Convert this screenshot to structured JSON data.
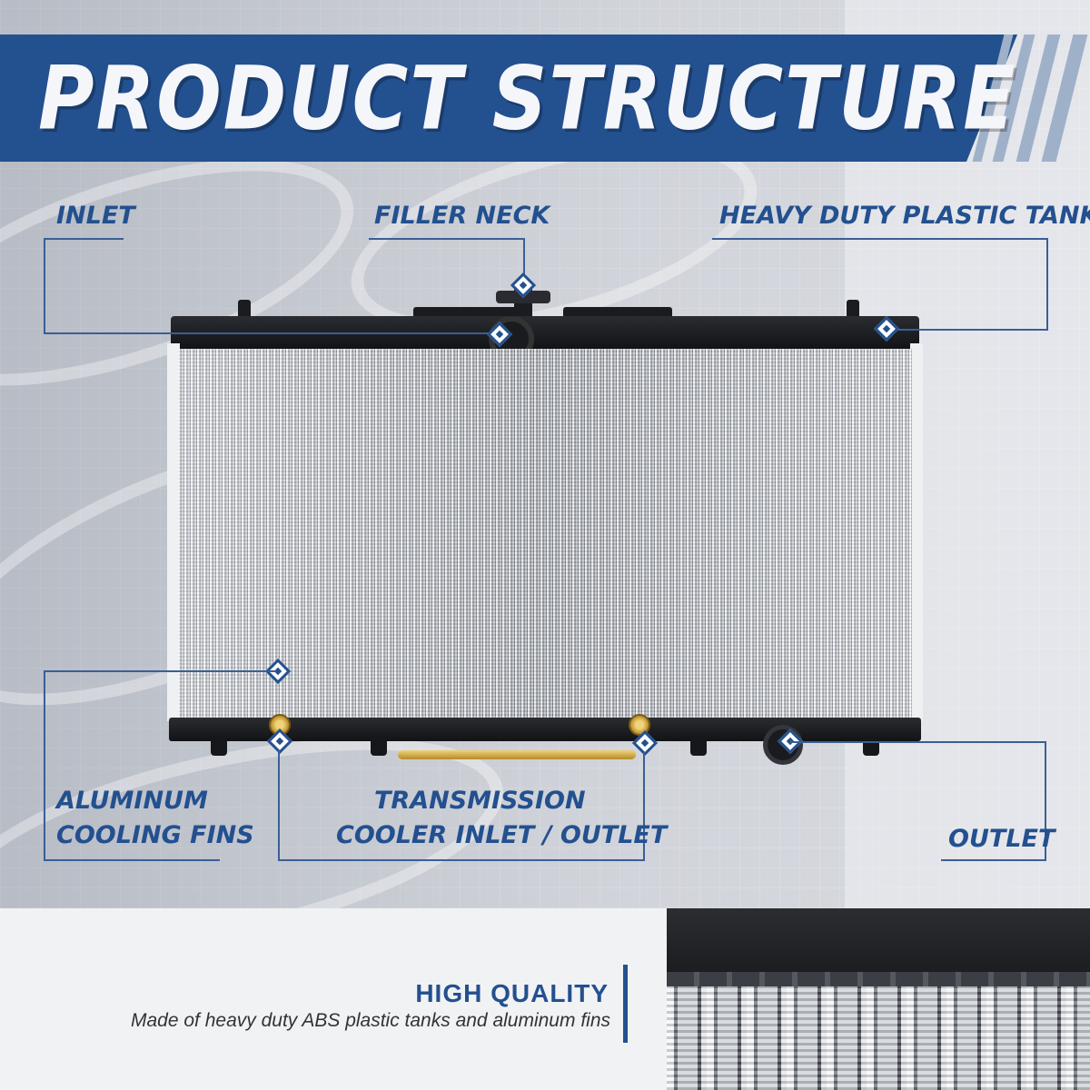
{
  "title": "PRODUCT STRUCTURE",
  "labels": {
    "inlet": "INLET",
    "filler_neck": "FILLER NECK",
    "plastic_tank": "HEAVY DUTY PLASTIC TANK",
    "fins_line1": "ALUMINUM",
    "fins_line2": "COOLING FINS",
    "trans_line1": "TRANSMISSION",
    "trans_line2": "COOLER INLET / OUTLET",
    "outlet": "OUTLET"
  },
  "feature": {
    "title": "HIGH QUALITY",
    "description": "Made of heavy duty ABS plastic tanks and aluminum fins"
  },
  "colors": {
    "brand_blue": "#23508f",
    "banner_accent": "#9fb1c9"
  },
  "icons": [
    "diamond-marker-icon"
  ]
}
